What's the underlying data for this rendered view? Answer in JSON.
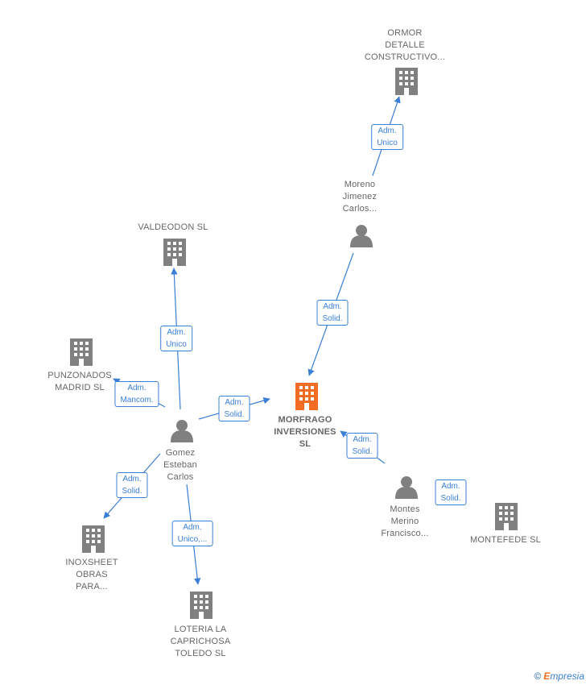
{
  "colors": {
    "edge": "#3a7fd5",
    "company": "#808080",
    "focus_company": "#f26c21",
    "person": "#808080"
  },
  "nodes": [
    {
      "id": "ormor",
      "type": "company",
      "label": "ORMOR\nDETALLE\nCONSTRUCTIVO..."
    },
    {
      "id": "moreno",
      "type": "person",
      "label": "Moreno\nJimenez\nCarlos..."
    },
    {
      "id": "valdeodon",
      "type": "company",
      "label": "VALDEODON SL"
    },
    {
      "id": "punzonados",
      "type": "company",
      "label": "PUNZONADOS\nMADRID SL"
    },
    {
      "id": "morfrago",
      "type": "focus",
      "label": "MORFRAGO\nINVERSIONES\nSL"
    },
    {
      "id": "gomez",
      "type": "person",
      "label": "Gomez\nEsteban\nCarlos"
    },
    {
      "id": "montes",
      "type": "person",
      "label": "Montes\nMerino\nFrancisco..."
    },
    {
      "id": "montefede",
      "type": "company",
      "label": "MONTEFEDE SL"
    },
    {
      "id": "inoxsheet",
      "type": "company",
      "label": "INOXSHEET\nOBRAS\nPARA..."
    },
    {
      "id": "loteria",
      "type": "company",
      "label": "LOTERIA LA\nCAPRICHOSA\nTOLEDO  SL"
    }
  ],
  "edges": [
    {
      "id": "e1",
      "label": "Adm.\nUnico"
    },
    {
      "id": "e2",
      "label": "Adm.\nSolid."
    },
    {
      "id": "e3",
      "label": "Adm.\nUnico"
    },
    {
      "id": "e4",
      "label": "Adm.\nMancom."
    },
    {
      "id": "e5",
      "label": "Adm.\nSolid."
    },
    {
      "id": "e6",
      "label": "Adm.\nSolid."
    },
    {
      "id": "e7",
      "label": "Adm.\nUnico,..."
    },
    {
      "id": "e8",
      "label": "Adm.\nSolid."
    },
    {
      "id": "e9",
      "label": "Adm.\nSolid."
    }
  ],
  "footer": {
    "copyright": "©",
    "brand_initial": "E",
    "brand_rest": "mpresia"
  }
}
